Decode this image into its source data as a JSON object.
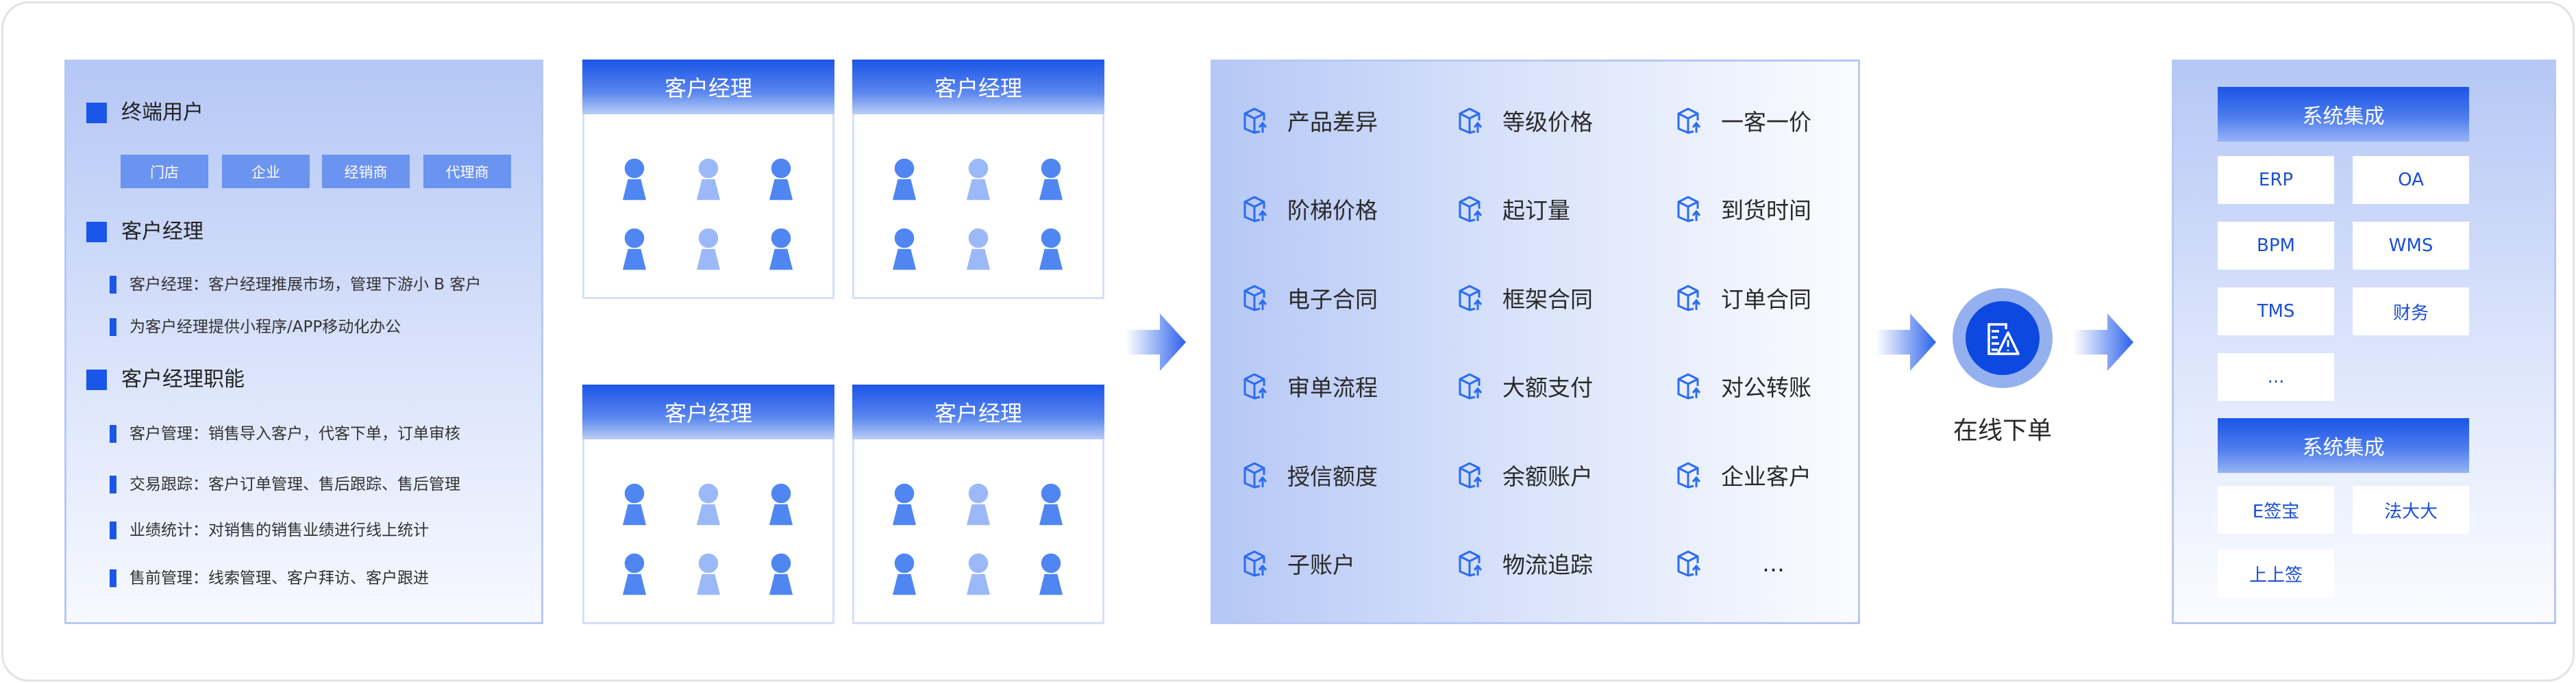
{
  "left_panel": {
    "sections": [
      {
        "title": "终端用户"
      },
      {
        "title": "客户经理"
      },
      {
        "title": "客户经理职能"
      }
    ],
    "tags": [
      "门店",
      "企业",
      "经销商",
      "代理商"
    ],
    "manager_bullets": [
      "客户经理：客户经理推展市场，管理下游小 B 客户",
      "为客户经理提供小程序/APP移动化办公"
    ],
    "function_bullets": [
      "客户管理：销售导入客户，代客下单，订单审核",
      "交易跟踪：客户订单管理、售后跟踪、售后管理",
      "业绩统计：对销售的销售业绩进行线上统计",
      "售前管理：线索管理、客户拜访、客户跟进"
    ]
  },
  "manager_cards": [
    {
      "title": "客户经理"
    },
    {
      "title": "客户经理"
    },
    {
      "title": "客户经理"
    },
    {
      "title": "客户经理"
    }
  ],
  "features": [
    "产品差异",
    "等级价格",
    "一客一价",
    "阶梯价格",
    "起订量",
    "到货时间",
    "电子合同",
    "框架合同",
    "订单合同",
    "审单流程",
    "大额支付",
    "对公转账",
    "授信额度",
    "余额账户",
    "企业客户",
    "子账户",
    "物流追踪",
    "…"
  ],
  "center": {
    "label": "在线下单",
    "icon": "document-warning-icon"
  },
  "right_panel": {
    "group1": {
      "title": "系统集成",
      "items": [
        "ERP",
        "OA",
        "BPM",
        "WMS",
        "TMS",
        "财务",
        "..."
      ]
    },
    "group2": {
      "title": "系统集成",
      "items": [
        "E签宝",
        "法大大",
        "上上签"
      ]
    }
  },
  "colors": {
    "accent": "#1a56e8",
    "person": "#4f86f2",
    "person_light": "#9bb9f8",
    "panel": "#b5c7f5"
  }
}
